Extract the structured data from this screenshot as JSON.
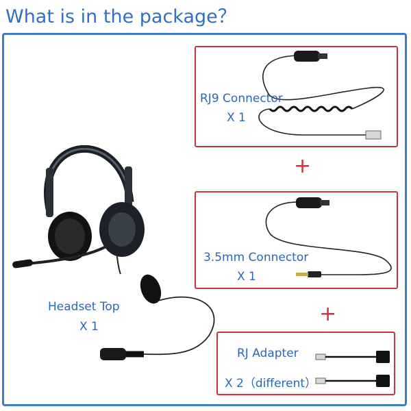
{
  "title": "What is in the package？",
  "items": {
    "rj9": {
      "name": "RJ9 Connector",
      "qty": "X 1"
    },
    "mm35": {
      "name": "3.5mm Connector",
      "qty": "X 1"
    },
    "headset": {
      "name": "Headset Top",
      "qty": "X 1"
    },
    "adapter": {
      "name": "RJ Adapter",
      "qty": "X 2（different）"
    }
  },
  "separator": "+",
  "colors": {
    "title": "#2e6fc9",
    "frame": "#3d7cc9",
    "box_border": "#c8343d",
    "label": "#2b67b8",
    "plus": "#d0303a"
  }
}
